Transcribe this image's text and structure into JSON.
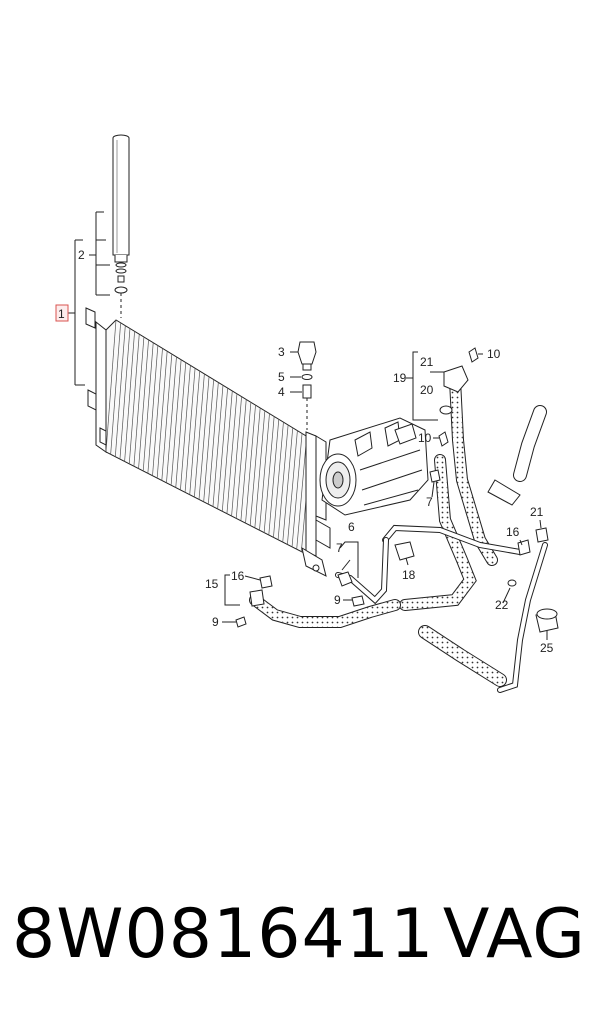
{
  "diagram": {
    "labels": [
      {
        "id": "1",
        "text": "1"
      },
      {
        "id": "2",
        "text": "2"
      },
      {
        "id": "3",
        "text": "3"
      },
      {
        "id": "5",
        "text": "5"
      },
      {
        "id": "4",
        "text": "4"
      },
      {
        "id": "21a",
        "text": "21"
      },
      {
        "id": "19",
        "text": "19"
      },
      {
        "id": "20",
        "text": "20"
      },
      {
        "id": "10a",
        "text": "10"
      },
      {
        "id": "10b",
        "text": "10"
      },
      {
        "id": "7a",
        "text": "7"
      },
      {
        "id": "6",
        "text": "6"
      },
      {
        "id": "7b",
        "text": "7"
      },
      {
        "id": "18",
        "text": "18"
      },
      {
        "id": "16a",
        "text": "16"
      },
      {
        "id": "21b",
        "text": "21"
      },
      {
        "id": "16b",
        "text": "16"
      },
      {
        "id": "15",
        "text": "15"
      },
      {
        "id": "9a",
        "text": "9"
      },
      {
        "id": "9b",
        "text": "9"
      },
      {
        "id": "22",
        "text": "22"
      },
      {
        "id": "25",
        "text": "25"
      }
    ]
  },
  "footer": {
    "part_number": "8W0816411",
    "brand": "VAG"
  }
}
